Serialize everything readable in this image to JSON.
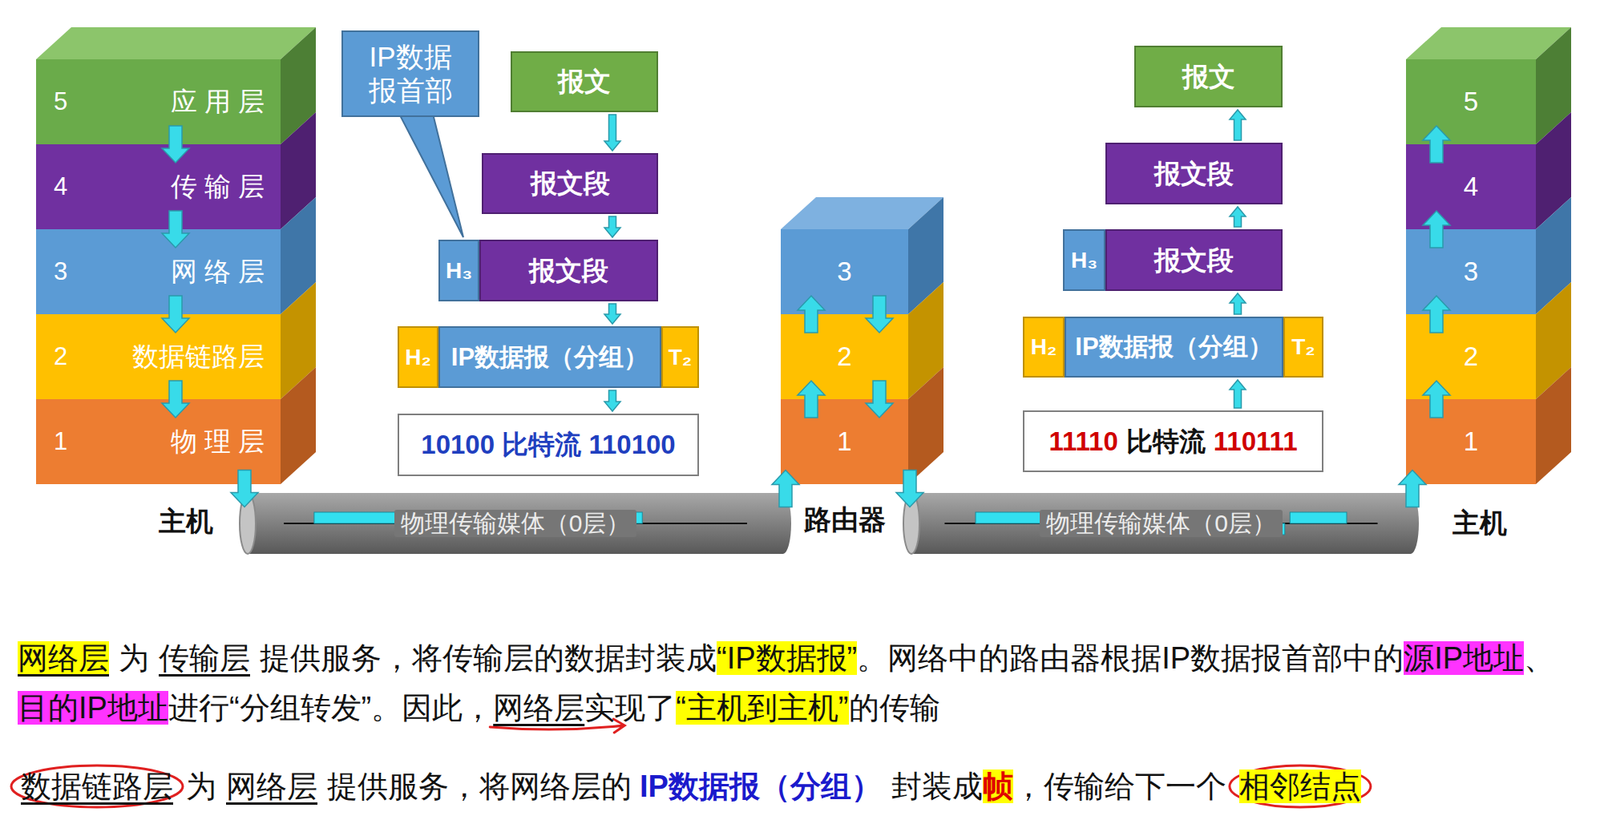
{
  "diagram": {
    "nodes": [
      {
        "text": [
          "主机"
        ]
      },
      {
        "text": [
          "5",
          "应 用 层"
        ],
        "in": 0
      },
      {
        "text": [
          "4",
          "传 输 层"
        ],
        "in": 0
      },
      {
        "text": [
          "3",
          "网 络 层"
        ],
        "in": 0
      },
      {
        "text": [
          "2",
          "数据链路层"
        ],
        "in": 0
      },
      {
        "text": [
          "1",
          "物 理 层"
        ],
        "in": 0
      },
      {
        "text": [
          "IP数据报首部"
        ]
      },
      {
        "text": [
          "报文"
        ]
      },
      {
        "text": [
          "报文段"
        ]
      },
      {
        "text": [
          "H₃"
        ]
      },
      {
        "text": [
          "报文段"
        ]
      },
      {
        "text": [
          "H₂"
        ]
      },
      {
        "text": [
          "IP数据报（分组）"
        ]
      },
      {
        "text": [
          "T₂"
        ]
      },
      {
        "text": [
          "10100 比特流 110100"
        ]
      },
      {
        "text": [
          "路由器"
        ]
      },
      {
        "text": [
          "3"
        ],
        "in": 15
      },
      {
        "text": [
          "2"
        ],
        "in": 15
      },
      {
        "text": [
          "1"
        ],
        "in": 15
      },
      {
        "text": [
          "报文"
        ]
      },
      {
        "text": [
          "报文段"
        ]
      },
      {
        "text": [
          "H₃"
        ]
      },
      {
        "text": [
          "报文段"
        ]
      },
      {
        "text": [
          "H₂"
        ]
      },
      {
        "text": [
          "IP数据报（分组）"
        ]
      },
      {
        "text": [
          "T₂"
        ]
      },
      {
        "text": [
          "11110",
          "比特流",
          "110111"
        ]
      },
      {
        "text": [
          "主机"
        ]
      },
      {
        "text": [
          "5"
        ],
        "in": 27
      },
      {
        "text": [
          "4"
        ],
        "in": 27
      },
      {
        "text": [
          "3"
        ],
        "in": 27
      },
      {
        "text": [
          "2"
        ],
        "in": 27
      },
      {
        "text": [
          "1"
        ],
        "in": 27
      },
      {
        "text": [
          "物理传输媒体（0层）"
        ]
      },
      {
        "text": [
          "物理传输媒体（0层）"
        ]
      }
    ],
    "edges": [
      {
        "from": 1,
        "to": 2,
        "arrow": "to"
      },
      {
        "from": 2,
        "to": 3,
        "arrow": "to"
      },
      {
        "from": 3,
        "to": 4,
        "arrow": "to"
      },
      {
        "from": 4,
        "to": 5,
        "arrow": "to"
      },
      {
        "from": 5,
        "to": 33,
        "arrow": "to"
      },
      {
        "from": 33,
        "to": 18,
        "arrow": "to"
      },
      {
        "from": 18,
        "to": 17,
        "arrow": "to"
      },
      {
        "from": 17,
        "to": 16,
        "arrow": "to"
      },
      {
        "from": 16,
        "to": 17,
        "arrow": "to"
      },
      {
        "from": 17,
        "to": 18,
        "arrow": "to"
      },
      {
        "from": 18,
        "to": 34,
        "arrow": "to"
      },
      {
        "from": 34,
        "to": 32,
        "arrow": "to"
      },
      {
        "from": 32,
        "to": 31,
        "arrow": "to"
      },
      {
        "from": 31,
        "to": 30,
        "arrow": "to"
      },
      {
        "from": 30,
        "to": 29,
        "arrow": "to"
      },
      {
        "from": 29,
        "to": 28,
        "arrow": "to"
      },
      {
        "from": 7,
        "to": 8,
        "arrow": "to"
      },
      {
        "from": 8,
        "to": 10,
        "arrow": "to"
      },
      {
        "from": 10,
        "to": 12,
        "arrow": "to"
      },
      {
        "from": 12,
        "to": 14,
        "arrow": "to"
      },
      {
        "from": 26,
        "to": 24,
        "arrow": "to"
      },
      {
        "from": 24,
        "to": 22,
        "arrow": "to"
      },
      {
        "from": 22,
        "to": 20,
        "arrow": "to"
      },
      {
        "from": 20,
        "to": 19,
        "arrow": "to"
      }
    ],
    "labels": [
      "网络层",
      "为",
      "传输层",
      "提供服务，将传输层的数据封装成",
      "“IP数据报”",
      "。网络中的路由器根据IP数据报首部中的",
      "源IP地址",
      "、",
      "目的IP地址",
      "进行“分组转发”。因此，",
      "网络层",
      "实现了",
      "“主机到主机”",
      "的传输",
      "数据链路层",
      "为",
      "网络层",
      "提供服务，将网络层的",
      "IP数据报（分组）",
      "封装成",
      "帧",
      "，传输给下一个",
      "相邻结点"
    ]
  }
}
